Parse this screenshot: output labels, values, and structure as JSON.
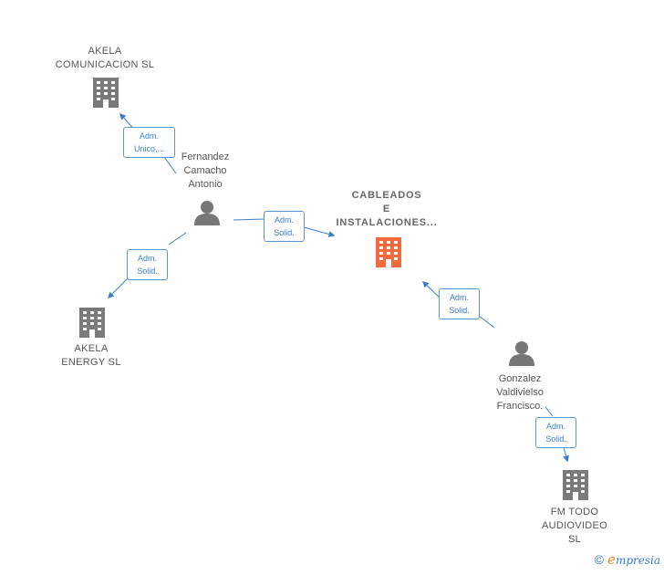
{
  "colors": {
    "company": "#7a7a7a",
    "focus_company": "#f26a3d",
    "person": "#777777",
    "edge": "#3a7dc9"
  },
  "nodes": {
    "akela_comunicacion": {
      "label": "AKELA\nCOMUNICACION SL",
      "icon": "building-icon"
    },
    "fernandez": {
      "label": "Fernandez\nCamacho\nAntonio",
      "icon": "person-icon"
    },
    "cableados": {
      "label": "CABLEADOS\nE\nINSTALACIONES...",
      "icon": "building-icon"
    },
    "akela_energy": {
      "label": "AKELA\nENERGY  SL",
      "icon": "building-icon"
    },
    "gonzalez": {
      "label": "Gonzalez\nValdivielso\nFrancisco.",
      "icon": "person-icon"
    },
    "fm_todo": {
      "label": "FM TODO\nAUDIOVIDEO\nSL",
      "icon": "building-icon"
    }
  },
  "edges": {
    "e1": "Adm.\nUnico,...",
    "e2": "Adm.\nSolid.",
    "e3": "Adm.\nSolid.",
    "e4": "Adm.\nSolid.",
    "e5": "Adm.\nSolid."
  },
  "footer": {
    "copyright": "©",
    "brand_first": "e",
    "brand_rest": "mpresia"
  }
}
